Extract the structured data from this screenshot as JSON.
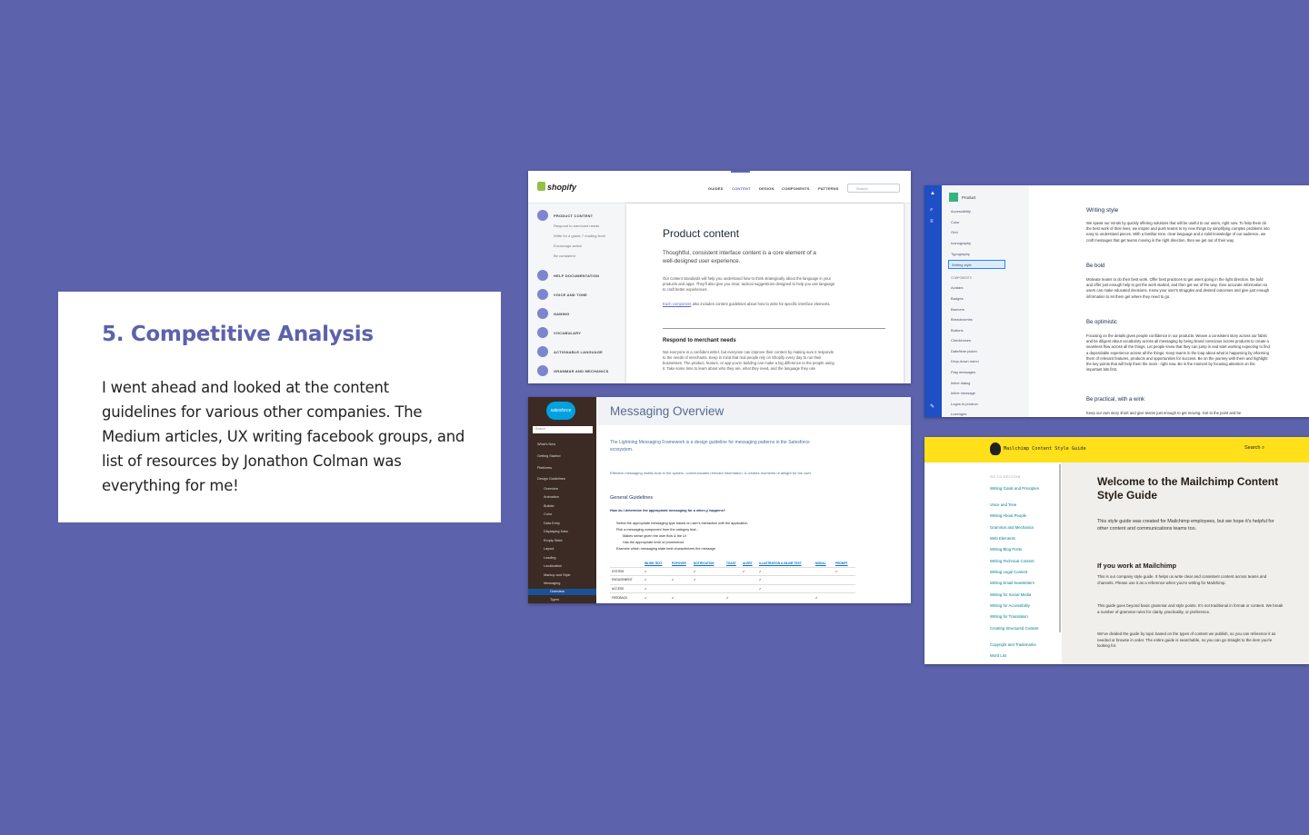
{
  "slide": {
    "title": "5. Competitive Analysis",
    "body": "I went ahead and looked at the content guidelines for various other companies. The Medium articles, UX writing facebook groups,  and list of resources by Jonathon Colman was everything for me!"
  },
  "shopify": {
    "logo": "shopify",
    "nav": [
      "GUIDES",
      "CONTENT",
      "DESIGN",
      "COMPONENTS",
      "PATTERNS"
    ],
    "search_placeholder": "Search",
    "side_items": [
      "PRODUCT CONTENT",
      "HELP DOCUMENTATION",
      "VOICE AND TONE",
      "NAMING",
      "VOCABULARY",
      "ACTIONABLE LANGUAGE",
      "GRAMMAR AND MECHANICS"
    ],
    "side_sub": [
      "Respond to merchant needs",
      "Write for a grade 7 reading level",
      "Encourage action",
      "Be consistent"
    ],
    "heading": "Product content",
    "lead": "Thoughtful, consistent interface content is a core element of a well-designed user experience.",
    "p1": "Our content standards will help you understand how to think strategically about the language in your products and apps. They'll also give you clear, tactical suggestions designed to help you use language to craft better experiences.",
    "p2_link": "Each component",
    "p2": " also includes content guidelines about how to write for specific interface elements.",
    "h4": "Respond to merchant needs",
    "p3": "Not everyone is a confident writer, but everyone can improve their content by making sure it responds to the needs of merchants. Keep in mind that real people rely on Shopify every day to run their businesses. The product, feature, or app you're building can make a big difference to the people using it. Take some time to learn about who they are, what they need, and the language they use"
  },
  "product_doc": {
    "header": "Product",
    "items_top": [
      "Accessibility",
      "Color",
      "Grid",
      "Iconography",
      "Typography",
      "Writing style"
    ],
    "components_label": "COMPONENTS",
    "items": [
      "Avatars",
      "Badges",
      "Banners",
      "Breadcrumbs",
      "Buttons",
      "Checkboxes",
      "Date/time picker",
      "Drop-down menu",
      "Flag messages",
      "Inline dialog",
      "Inline message",
      "Logos in product",
      "Lozenges"
    ],
    "title": "Writing style",
    "intro": "We speak our minds by quickly offering solutions that will be useful to our users, right now. To help them do the best work of their lives, we inspire and push teams to try new things by simplifying complex problems into easy to understand pieces. With a familiar tone, clear language and a solid knowledge of our audience, we craft messages that get teams moving in the right direction, then we get out of their way.",
    "h1": "Be bold",
    "p1": "Motivate teams to do their best work. Offer best practices to get users going in the right direction. Be bold and offer just enough help to get the work started, and then get out of the way. Give accurate information so users can make educated decisions. Know your user's struggles and desired outcomes and give just enough information to let them get where they need to go.",
    "h2": "Be optimistic",
    "p2": "Focusing on the details gives people confidence in our products. Weave a consistent story across our fabric and be diligent about vocabulary across all messaging by being brand conscious across products to create a seamless flow across all the things. Let people know that they can jump in and start working expecting to find a dependable experience across all the things. Keep teams in the loop about what is happening by informing them of relevant features, products and opportunities for success. Be on the journey with them and highlight the key points that will help them the most - right now. Be in the moment by focusing attention on the important bits first.",
    "h3": "Be practical, with a wink",
    "p3": "Keep our own story short and give teams just enough to get moving. Get to the point and be"
  },
  "salesforce": {
    "logo": "salesforce",
    "search_placeholder": "Search",
    "nav": [
      "What's New",
      "Getting Started",
      "Platforms",
      "Design Guidelines",
      "Overview",
      "Animation",
      "Builder",
      "Color",
      "Data Entry",
      "Displaying Data",
      "Empty State",
      "Layout",
      "Loading",
      "Localization",
      "Markup and Style",
      "Messaging",
      "Overview",
      "Types"
    ],
    "title": "Messaging Overview",
    "intro": "The Lightning Messaging Framework is a design guideline for messaging patterns in the Salesforce ecosystem.",
    "desc": "Effective messaging instills trust in the system, communicates relevant information, & creates moments of delight for the user.",
    "section": "General Guidelines",
    "question": "How do I determine the appropriate messaging for a when-y happens?",
    "bullets": [
      "Select the appropriate messaging type based on user's interaction with the application",
      "Pick a messaging component from the category that...",
      "Makes sense given the user flow & the UI",
      "Has the appropriate level of prominence",
      "Examine which messaging state best characterizes the message."
    ],
    "table_headers": [
      "",
      "INLINE TEXT",
      "POPOVER",
      "NOTIFICATION",
      "TOAST",
      "ALERT",
      "ILLUSTRATION & INLINE TEXT",
      "MODAL",
      "PROMPT"
    ],
    "table_rows": [
      [
        "SYSTEM",
        "✔",
        "",
        "✔",
        "",
        "✔",
        "✔",
        "",
        "✔"
      ],
      [
        "ENGAGEMENT",
        "✔",
        "✔",
        "✔",
        "",
        "",
        "✔",
        "",
        ""
      ],
      [
        "ACCESS",
        "✔",
        "",
        "",
        "",
        "",
        "✔",
        "",
        ""
      ],
      [
        "FEEDBACK",
        "✔",
        "✔",
        "",
        "✔",
        "",
        "",
        "✔",
        ""
      ]
    ]
  },
  "mailchimp": {
    "bar_title": "Mailchimp Content Style Guide",
    "search": "Search",
    "goto": "GO TO SECTION",
    "links": [
      "Writing Goals and Principles",
      "Voice and Tone",
      "Writing About People",
      "Grammar and Mechanics",
      "Web Elements",
      "Writing Blog Posts",
      "Writing Technical Content",
      "Writing Legal Content",
      "Writing Email Newsletters",
      "Writing for Social Media",
      "Writing for Accessibility",
      "Writing for Translation",
      "Creating Structured Content",
      "Copyright and Trademarks",
      "Word List"
    ],
    "heading": "Welcome to the Mailchimp Content Style Guide",
    "intro": "This style guide was created for Mailchimp employees, but we hope it's helpful for other content and communications teams too.",
    "h2": "If you work at Mailchimp",
    "p1": "This is our company style guide. It helps us write clear and consistent content across teams and channels. Please use it as a reference when you're writing for Mailchimp.",
    "p2": "This guide goes beyond basic grammar and style points. It's not traditional in format or content. We break a number of grammar rules for clarity, practicality, or preference.",
    "p3": "We've divided the guide by topic based on the types of content we publish, so you can reference it as needed or browse in order. The entire guide is searchable, so you can go straight to the item you're looking for."
  }
}
